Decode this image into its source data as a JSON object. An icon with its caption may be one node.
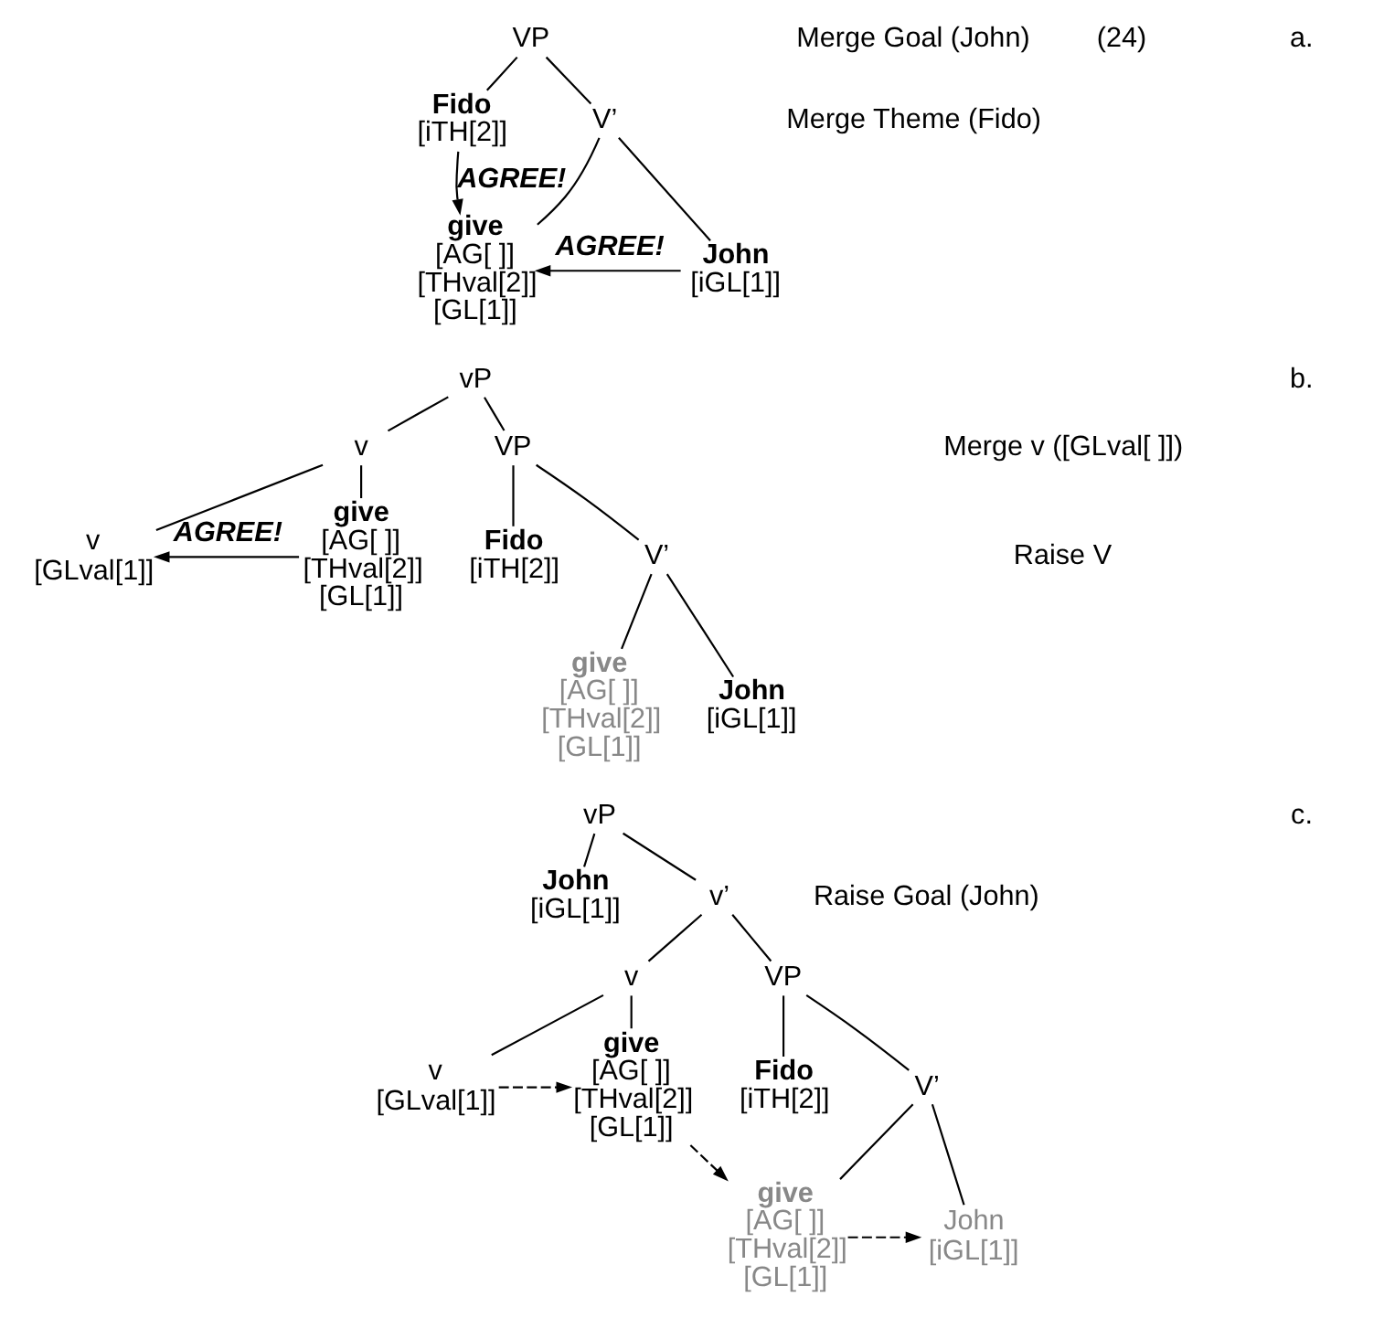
{
  "diagram": {
    "nodes": [
      {
        "text": [
          "VP"
        ]
      },
      {
        "text": [
          "Fido",
          "[iTH[2]]"
        ]
      },
      {
        "text": [
          "V’"
        ]
      },
      {
        "text": [
          "give",
          "[AG[ ]]",
          "[THval[2]]",
          "[GL[1]]"
        ]
      },
      {
        "text": [
          "John",
          "[iGL[1]]"
        ]
      },
      {
        "text": [
          "vP"
        ]
      },
      {
        "text": [
          "v"
        ]
      },
      {
        "text": [
          "VP"
        ]
      },
      {
        "text": [
          "v",
          "[GLval[1]]"
        ]
      },
      {
        "text": [
          "give",
          "[AG[ ]]",
          "[THval[2]]",
          "[GL[1]]"
        ]
      },
      {
        "text": [
          "Fido",
          "[iTH[2]]"
        ]
      },
      {
        "text": [
          "V’"
        ]
      },
      {
        "text": [
          "give",
          "[AG[ ]]",
          "[THval[2]]",
          "[GL[1]]"
        ]
      },
      {
        "text": [
          "John",
          "[iGL[1]]"
        ]
      },
      {
        "text": [
          "vP"
        ]
      },
      {
        "text": [
          "John",
          "[iGL[1]]"
        ]
      },
      {
        "text": [
          "v’"
        ]
      },
      {
        "text": [
          "v"
        ]
      },
      {
        "text": [
          "VP"
        ]
      },
      {
        "text": [
          "v",
          "[GLval[1]]"
        ]
      },
      {
        "text": [
          "give",
          "[AG[ ]]",
          "[THval[2]]",
          "[GL[1]]"
        ]
      },
      {
        "text": [
          "Fido",
          "[iTH[2]]"
        ]
      },
      {
        "text": [
          "V’"
        ]
      },
      {
        "text": [
          "give",
          "[AG[ ]]",
          "[THval[2]]",
          "[GL[1]]"
        ]
      },
      {
        "text": [
          "John",
          "[iGL[1]]"
        ]
      }
    ],
    "edges": [
      {
        "from": 0,
        "to": 1,
        "arrow": "none"
      },
      {
        "from": 0,
        "to": 2,
        "arrow": "none"
      },
      {
        "from": 2,
        "to": 3,
        "arrow": "none"
      },
      {
        "from": 2,
        "to": 4,
        "arrow": "none"
      },
      {
        "from": 1,
        "to": 3,
        "arrow": "to",
        "label": "AGREE!"
      },
      {
        "from": 4,
        "to": 3,
        "arrow": "to",
        "label": "AGREE!"
      },
      {
        "from": 5,
        "to": 6,
        "arrow": "none"
      },
      {
        "from": 5,
        "to": 7,
        "arrow": "none"
      },
      {
        "from": 6,
        "to": 8,
        "arrow": "none"
      },
      {
        "from": 6,
        "to": 9,
        "arrow": "none"
      },
      {
        "from": 7,
        "to": 10,
        "arrow": "none"
      },
      {
        "from": 7,
        "to": 11,
        "arrow": "none"
      },
      {
        "from": 11,
        "to": 12,
        "arrow": "none"
      },
      {
        "from": 11,
        "to": 13,
        "arrow": "none"
      },
      {
        "from": 9,
        "to": 8,
        "arrow": "to",
        "label": "AGREE!"
      },
      {
        "from": 14,
        "to": 15,
        "arrow": "none"
      },
      {
        "from": 14,
        "to": 16,
        "arrow": "none"
      },
      {
        "from": 16,
        "to": 17,
        "arrow": "none"
      },
      {
        "from": 16,
        "to": 18,
        "arrow": "none"
      },
      {
        "from": 17,
        "to": 19,
        "arrow": "none"
      },
      {
        "from": 17,
        "to": 20,
        "arrow": "none"
      },
      {
        "from": 18,
        "to": 21,
        "arrow": "none"
      },
      {
        "from": 18,
        "to": 22,
        "arrow": "none"
      },
      {
        "from": 22,
        "to": 23,
        "arrow": "none"
      },
      {
        "from": 22,
        "to": 24,
        "arrow": "none"
      },
      {
        "from": 19,
        "to": 20,
        "arrow": "to",
        "style": "dashed"
      },
      {
        "from": 20,
        "to": 23,
        "arrow": "to",
        "style": "dashed"
      },
      {
        "from": 23,
        "to": 24,
        "arrow": "to",
        "style": "dashed"
      }
    ],
    "labels": [
      "(24)",
      "a.",
      "Merge Goal (John)",
      "Merge Theme (Fido)",
      "b.",
      "Merge v ([GLval[ ]])",
      "Raise V",
      "c.",
      "Raise Goal (John)"
    ]
  }
}
